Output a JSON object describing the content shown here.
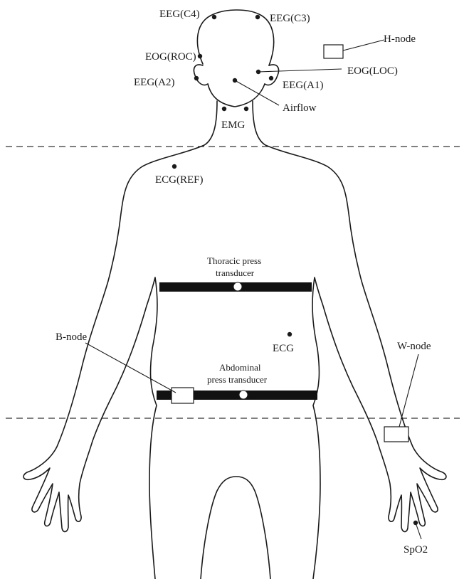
{
  "labels": {
    "eeg_c4": "EEG(C4)",
    "eeg_c3": "EEG(C3)",
    "eog_roc": "EOG(ROC)",
    "eog_loc": "EOG(LOC)",
    "eeg_a2": "EEG(A2)",
    "eeg_a1": "EEG(A1)",
    "h_node": "H-node",
    "airflow": "Airflow",
    "emg": "EMG",
    "ecg_ref": "ECG(REF)",
    "thoracic_1": "Thoracic press",
    "thoracic_2": "transducer",
    "b_node": "B-node",
    "ecg": "ECG",
    "w_node": "W-node",
    "abdominal_1": "Abdominal",
    "abdominal_2": "press transducer",
    "spo2": "SpO2"
  }
}
